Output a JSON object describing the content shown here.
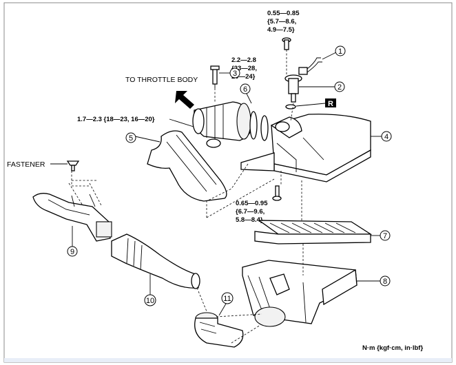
{
  "labels": {
    "to_throttle_body": "TO THROTTLE BODY",
    "fastener": "FASTENER",
    "units": "N·m {kgf·cm, in·lbf}",
    "replace_mark": "R"
  },
  "torque_specs": {
    "bolt_top": [
      "0.55—0.85",
      "{5.7—8.6,",
      "4.9—7.5}"
    ],
    "clamp_6": [
      "2.2—2.8",
      "{23—28,",
      "20—24}"
    ],
    "clamp_left": "1.7—2.3 {18—23, 16—20}",
    "bolt_bottom": [
      "0.65—0.95",
      "{6.7—9.6,",
      "5.8—8.4}"
    ]
  },
  "callouts": {
    "c1": "1",
    "c2": "2",
    "c3": "3",
    "c4": "4",
    "c5": "5",
    "c6": "6",
    "c7": "7",
    "c8": "8",
    "c9": "9",
    "c10": "10",
    "c11": "11"
  }
}
